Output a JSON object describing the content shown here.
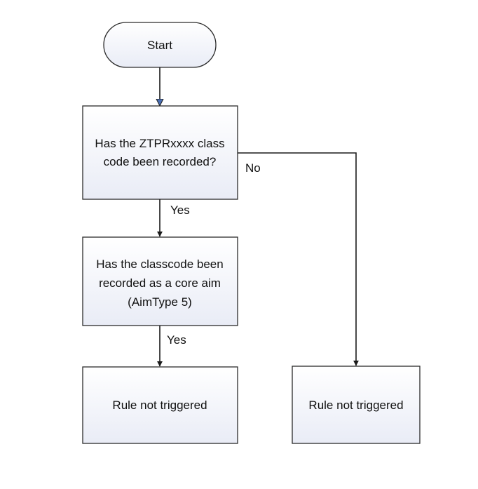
{
  "nodes": {
    "start": {
      "label": "Start"
    },
    "decision1": {
      "line1": "Has the ZTPRxxxx class",
      "line2": "code been recorded?"
    },
    "decision2": {
      "line1": "Has the classcode been",
      "line2": "recorded as a core aim",
      "line3": "(AimType 5)"
    },
    "end_left": {
      "label": "Rule not triggered"
    },
    "end_right": {
      "label": "Rule not triggered"
    }
  },
  "edges": {
    "no_label": "No",
    "yes1_label": "Yes",
    "yes2_label": "Yes"
  },
  "colors": {
    "box_fill_top": "#ffffff",
    "box_fill_bottom": "#e9ecf6",
    "stroke": "#2b2b2b",
    "arrowhead_start": "#4a6fb5"
  }
}
